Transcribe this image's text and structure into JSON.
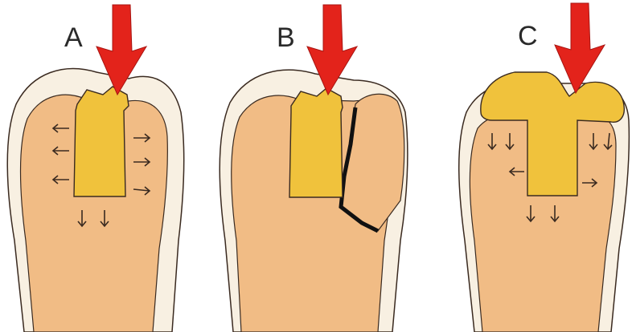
{
  "panels": [
    {
      "label": "A"
    },
    {
      "label": "B"
    },
    {
      "label": "C"
    }
  ],
  "colors": {
    "enamel": "#f8f0e2",
    "dentin": "#f1bc85",
    "restoration": "#f0c23c",
    "arrow": "#e3231b",
    "outline": "#3a2a20"
  }
}
